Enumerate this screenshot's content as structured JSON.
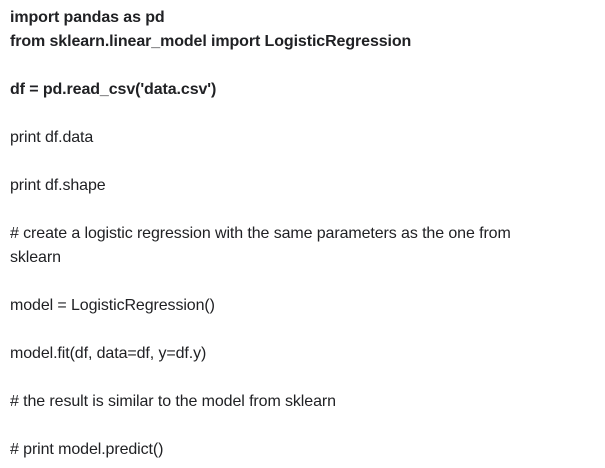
{
  "lines": {
    "l1": "import pandas as pd",
    "l2": "from sklearn.linear_model import LogisticRegression",
    "l3": "df = pd.read_csv('data.csv')",
    "l4": "print df.data",
    "l5": "print df.shape",
    "l6a": "# create a logistic regression with the same parameters as the one from",
    "l6b": "sklearn",
    "l7": "model = LogisticRegression()",
    "l8": "model.fit(df, data=df, y=df.y)",
    "l9": "# the result is similar to the model from sklearn",
    "l10": "# print model.predict()"
  }
}
